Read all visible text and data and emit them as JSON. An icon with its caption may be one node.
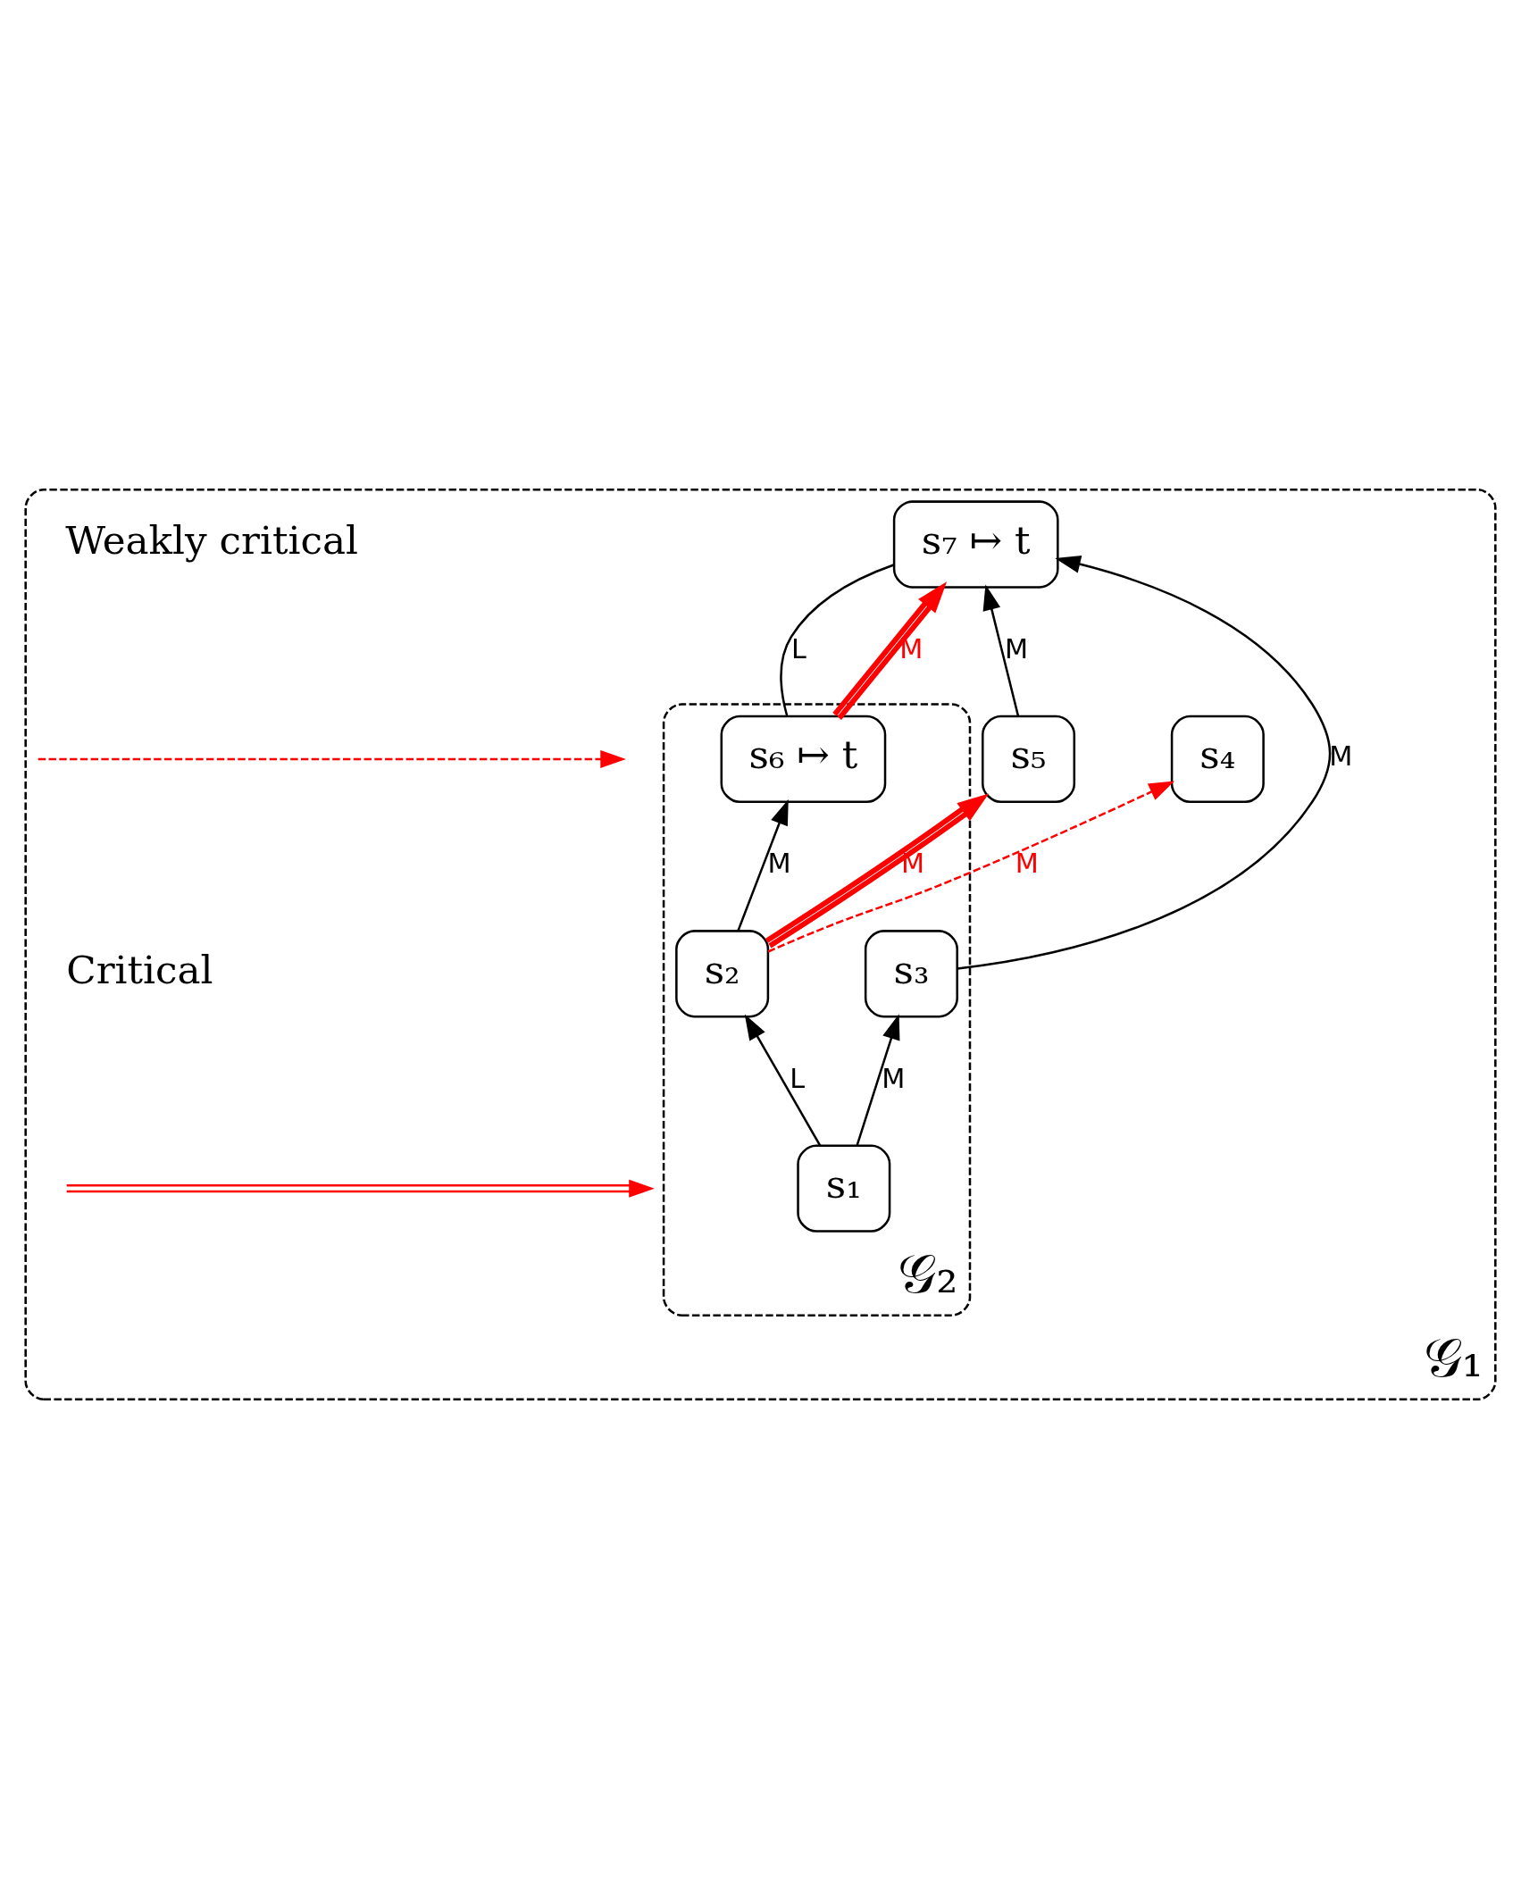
{
  "diagram": {
    "nodes": [
      {
        "text": [
          "𝒢₁"
        ]
      },
      {
        "text": [
          "s₇ ↦ t"
        ],
        "in": 0
      },
      {
        "text": [
          "s₅"
        ],
        "in": 0
      },
      {
        "text": [
          "𝒢₂"
        ],
        "in": 0
      },
      {
        "text": [
          "s₆ ↦ t"
        ],
        "in": 3
      },
      {
        "text": [
          "s₄"
        ],
        "in": 0
      },
      {
        "text": [
          "s₂"
        ],
        "in": 3
      },
      {
        "text": [
          "s₃"
        ],
        "in": 3
      },
      {
        "text": [
          "s₁"
        ],
        "in": 3
      }
    ],
    "edges": [
      {
        "from": 2,
        "to": 1,
        "arrow": "to",
        "label": "M"
      },
      {
        "from": 4,
        "to": 1,
        "arrow": "none",
        "label": "L"
      },
      {
        "from": 4,
        "to": 1,
        "arrow": "to",
        "label": "M",
        "style": "thick",
        "color": "#ff0000"
      },
      {
        "from": 7,
        "to": 1,
        "arrow": "to",
        "label": "M"
      },
      {
        "from": 6,
        "to": 4,
        "arrow": "to",
        "label": "M"
      },
      {
        "from": 6,
        "to": 2,
        "arrow": "to",
        "label": "M",
        "style": "thick",
        "color": "#ff0000"
      },
      {
        "from": 6,
        "to": 5,
        "arrow": "to",
        "label": "M",
        "style": "dashed",
        "color": "#ff0000"
      },
      {
        "from": 8,
        "to": 6,
        "arrow": "to",
        "label": "L"
      },
      {
        "from": 8,
        "to": 7,
        "arrow": "to",
        "label": "M"
      }
    ],
    "legend": [
      {
        "text": "Weakly critical"
      },
      {
        "text": "Critical"
      }
    ]
  }
}
